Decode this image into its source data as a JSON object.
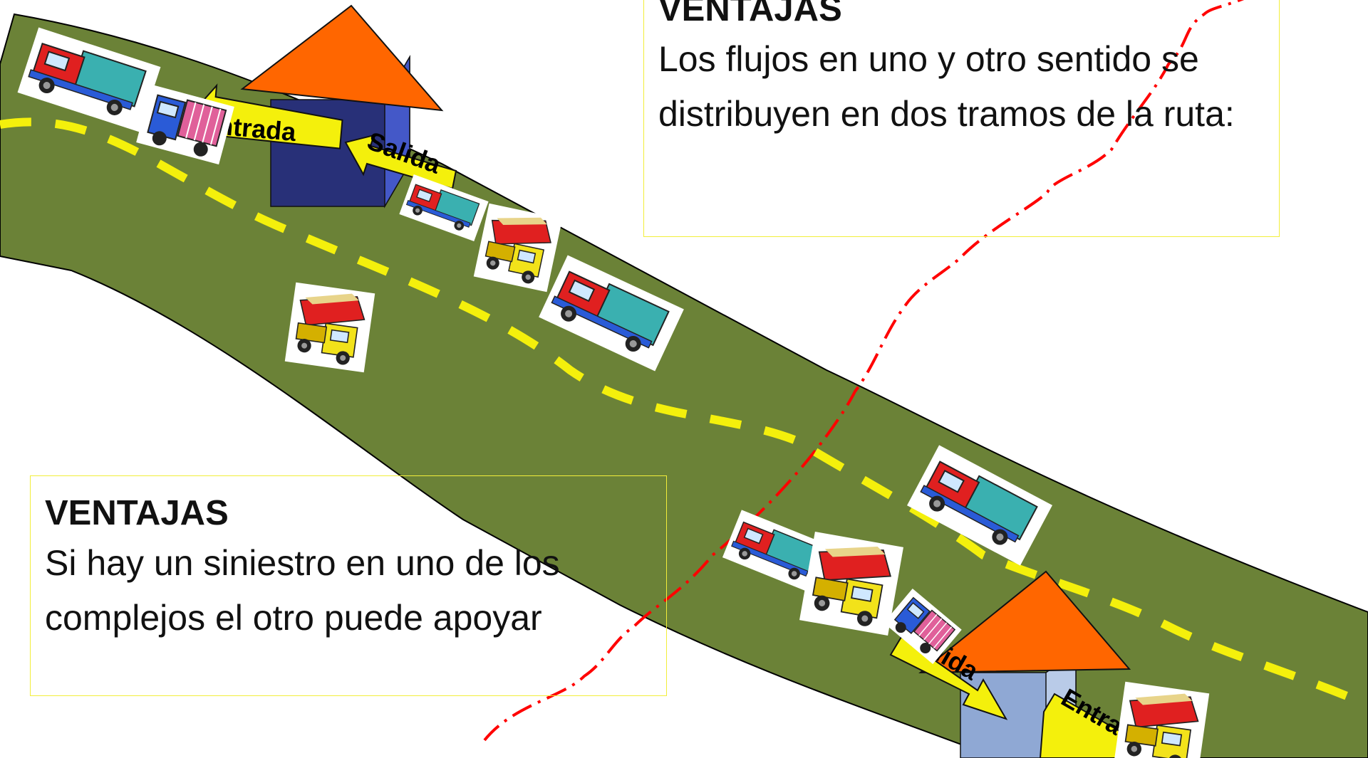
{
  "labels": {
    "entrada_top": "Entrada",
    "salida_top": "Salida",
    "salida_bottom": "Salida",
    "entrada_bottom": "Entrada"
  },
  "box_top": {
    "heading": "VENTAJAS",
    "body": "Los flujos en uno y otro sentido se distribuyen en dos tramos de la ruta:"
  },
  "box_bottom": {
    "heading": "VENTAJAS",
    "body": "Si hay un siniestro en uno de los complejos el otro puede apoyar"
  },
  "colors": {
    "road": "#6b8237",
    "lane_marking": "#f4f00c",
    "border_line": "#ff0000",
    "roof": "#ff6600",
    "building_top": "#283078",
    "building_bottom": "#8fa8d4",
    "arrow": "#f4f00c",
    "textbox_border": "#f2ee3a"
  },
  "icons": [
    "truck-icon",
    "dump-truck-icon",
    "building-icon",
    "roof-icon",
    "arrow-icon"
  ]
}
